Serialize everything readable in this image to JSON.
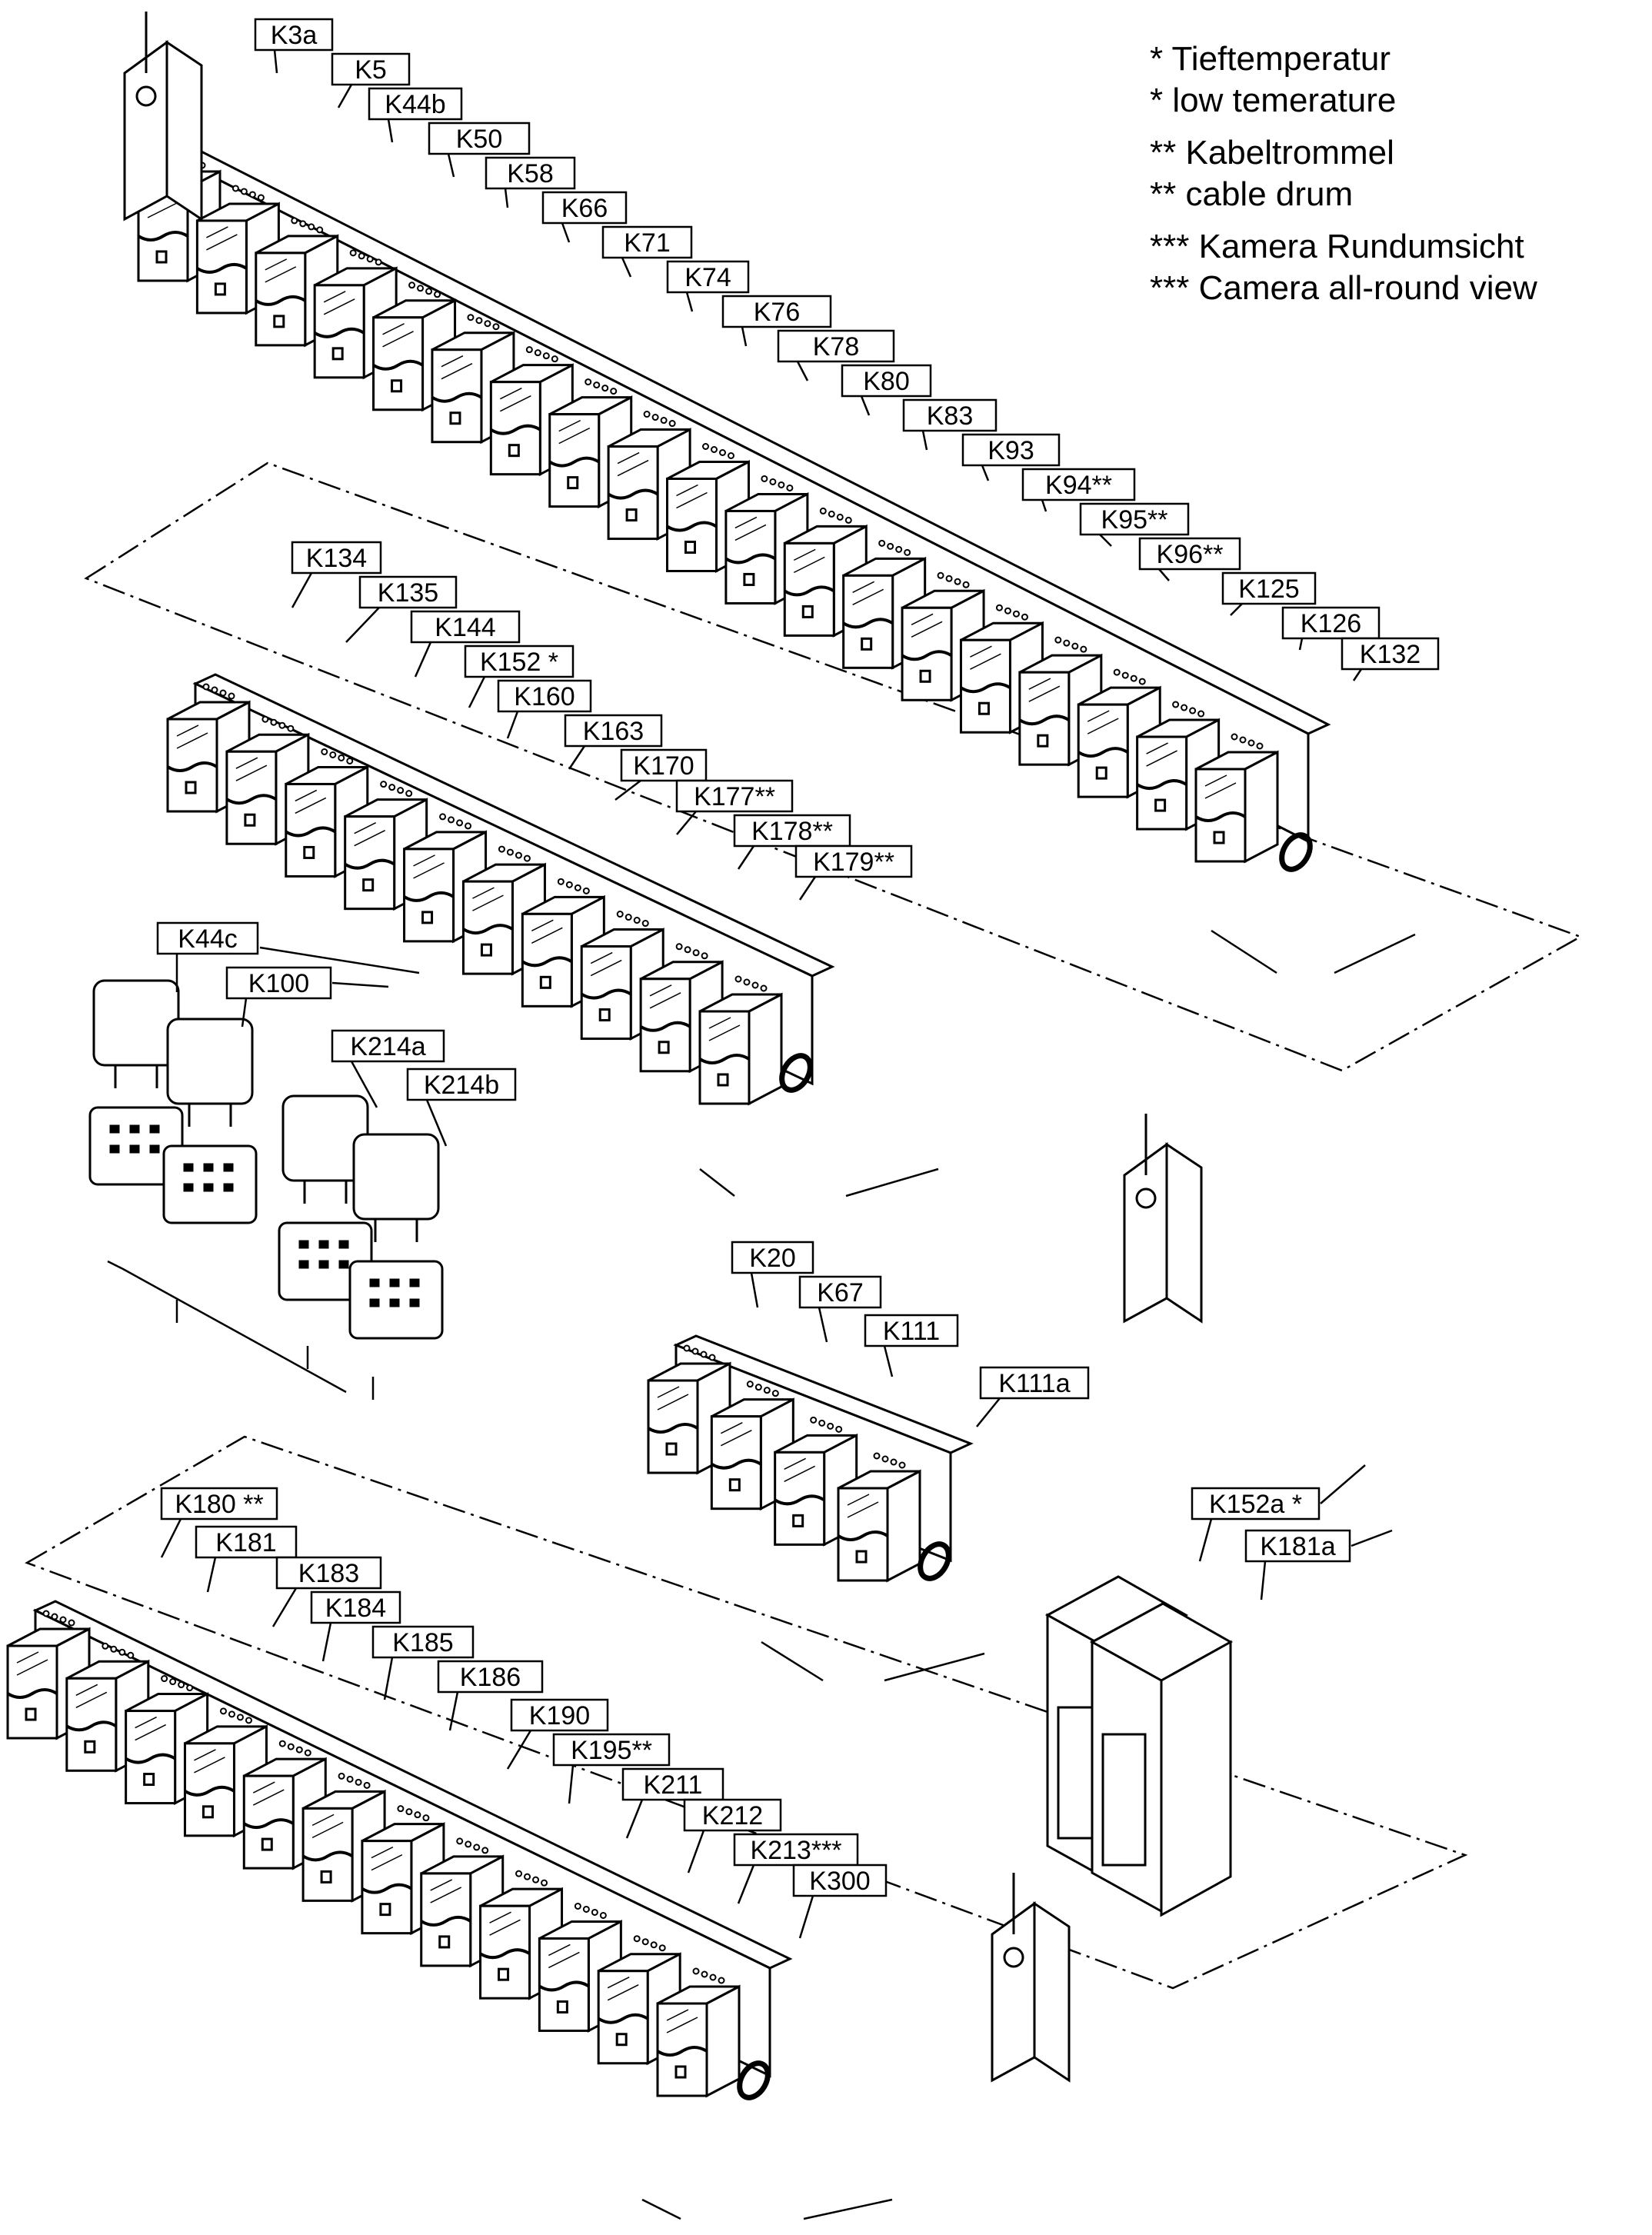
{
  "legend": {
    "l1": "*  Tieftemperatur",
    "l2": "*  low temerature",
    "l3": "** Kabeltrommel",
    "l4": "** cable drum",
    "l5": "*** Kamera Rundumsicht",
    "l6": "*** Camera all-round view"
  },
  "groups": {
    "top_rail": [
      "K3a",
      "K5",
      "K44b",
      "K50",
      "K58",
      "K66",
      "K71",
      "K74",
      "K76",
      "K78",
      "K80",
      "K83",
      "K93",
      "K94**",
      "K95**",
      "K96**",
      "K125",
      "K126",
      "K132"
    ],
    "middle_rail": [
      "K134",
      "K135",
      "K144",
      "K152 *",
      "K160",
      "K163",
      "K170",
      "K177**",
      "K178**",
      "K179**"
    ],
    "plug_in_relays": [
      "K44c",
      "K100",
      "K214a",
      "K214b"
    ],
    "center_rail": [
      "K20",
      "K67",
      "K111",
      "K111a"
    ],
    "modular_relays": [
      "K152a *",
      "K181a"
    ],
    "bottom_rail": [
      "K180 **",
      "K181",
      "K183",
      "K184",
      "K185",
      "K186",
      "K190",
      "K195**",
      "K211",
      "K212",
      "K213***",
      "K300"
    ]
  }
}
